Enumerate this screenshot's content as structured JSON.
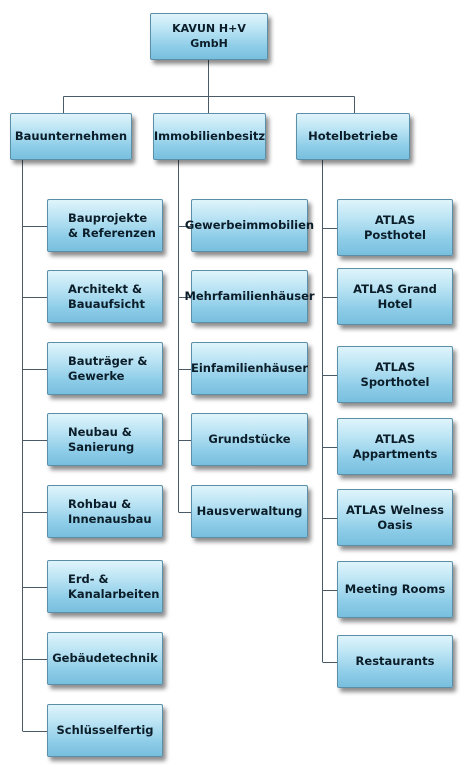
{
  "org_chart": {
    "root": "KAVUN H+V GmbH",
    "branches": [
      {
        "label": "Bauunternehmen",
        "children": [
          "Bauprojekte & Referenzen",
          "Architekt & Bauaufsicht",
          "Bauträger & Gewerke",
          "Neubau & Sanierung",
          "Rohbau & Innenausbau",
          "Erd- & Kanalarbeiten",
          "Gebäudetechnik",
          "Schlüsselfertig"
        ]
      },
      {
        "label": "Immobilienbesitz",
        "children": [
          "Gewerbeimmobilien",
          "Mehrfamilienhäuser",
          "Einfamilienhäuser",
          "Grundstücke",
          "Hausverwaltung"
        ]
      },
      {
        "label": "Hotelbetriebe",
        "children": [
          "ATLAS Posthotel",
          "ATLAS Grand Hotel",
          "ATLAS Sporthotel",
          "ATLAS Appartments",
          "ATLAS Welness Oasis",
          "Meeting Rooms",
          "Restaurants"
        ]
      }
    ]
  },
  "colors": {
    "connector": "#4a5a66",
    "box_border": "#5b8fa8",
    "box_top": "#dff4fb",
    "box_bottom": "#78bfde",
    "text": "#0b1d29"
  }
}
